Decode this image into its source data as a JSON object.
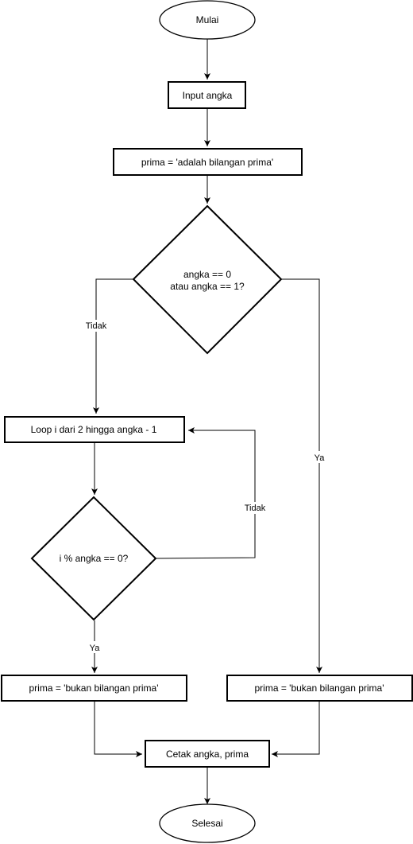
{
  "flowchart": {
    "nodes": {
      "start": "Mulai",
      "input": "Input angka",
      "init": "prima = 'adalah bilangan prima'",
      "check_zero_one": [
        "angka == 0",
        "atau angka == 1?"
      ],
      "loop": "Loop i dari 2 hingga angka - 1",
      "check_mod": "i % angka == 0?",
      "set_not_prime_left": "prima = 'bukan bilangan prima'",
      "set_not_prime_right": "prima = 'bukan bilangan prima'",
      "print": "Cetak angka, prima",
      "end": "Selesai"
    },
    "edge_labels": {
      "zero_one_no": "Tidak",
      "zero_one_yes": "Ya",
      "mod_no": "Tidak",
      "mod_yes": "Ya"
    }
  },
  "colors": {
    "stroke": "#000000",
    "background": "#ffffff"
  }
}
